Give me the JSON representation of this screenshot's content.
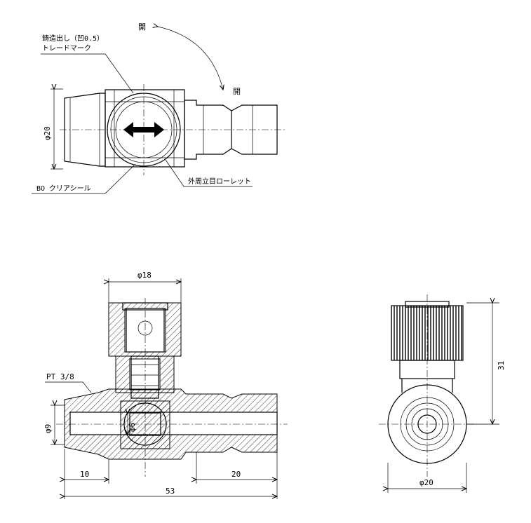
{
  "top_view": {
    "open_label_top": "開",
    "open_label_right": "開",
    "note_casting_line1": "鋳造出し（凹0.5）",
    "note_casting_line2": "トレードマーク",
    "note_seal": "BO クリアシール",
    "note_knurl": "外周立目ローレット",
    "dim_dia20": "φ20"
  },
  "section_view": {
    "dim_dia18": "φ18",
    "thread_label": "PT 3/8",
    "dim_dia9": "φ9",
    "dim_dia6": "φ6",
    "dim_10": "10",
    "dim_20": "20",
    "dim_53": "53"
  },
  "side_view": {
    "dim_31": "31",
    "dim_dia20": "φ20"
  }
}
